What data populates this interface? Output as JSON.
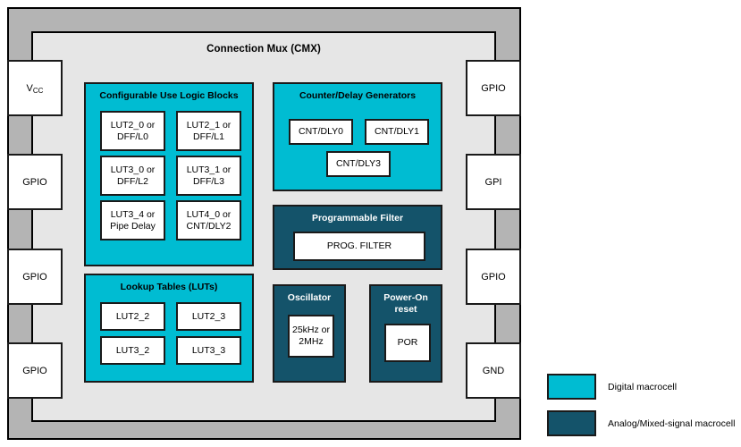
{
  "diagram": {
    "title": "Connection Mux (CMX)",
    "colors": {
      "digital_macrocell": "#00bcd2",
      "analog_macrocell": "#14536a",
      "package_frame": "#b4b4b4",
      "cmx_background": "#e6e6e6",
      "outline": "#1a1a1a",
      "cell_fill": "#ffffff"
    }
  },
  "pins": {
    "left": [
      {
        "label": "Vcc",
        "base": "V",
        "sub": "CC"
      },
      {
        "label": "GPIO",
        "base": "GPIO",
        "sub": ""
      },
      {
        "label": "GPIO",
        "base": "GPIO",
        "sub": ""
      },
      {
        "label": "GPIO",
        "base": "GPIO",
        "sub": ""
      }
    ],
    "right": [
      {
        "label": "GPIO",
        "base": "GPIO",
        "sub": ""
      },
      {
        "label": "GPI",
        "base": "GPI",
        "sub": ""
      },
      {
        "label": "GPIO",
        "base": "GPIO",
        "sub": ""
      },
      {
        "label": "GND",
        "base": "GND",
        "sub": ""
      }
    ]
  },
  "blocks": [
    {
      "id": "culb",
      "title": "Configurable Use Logic Blocks",
      "type": "digital",
      "cells": [
        "LUT2_0 or\nDFF/L0",
        "LUT2_1 or\nDFF/L1",
        "LUT3_0 or\nDFF/L2",
        "LUT3_1 or\nDFF/L3",
        "LUT3_4 or\nPipe Delay",
        "LUT4_0 or\nCNT/DLY2"
      ]
    },
    {
      "id": "luts",
      "title": "Lookup Tables (LUTs)",
      "type": "digital",
      "cells": [
        "LUT2_2",
        "LUT2_3",
        "LUT3_2",
        "LUT3_3"
      ]
    },
    {
      "id": "counters",
      "title": "Counter/Delay Generators",
      "type": "digital",
      "cells": [
        "CNT/DLY0",
        "CNT/DLY1",
        "CNT/DLY3"
      ]
    },
    {
      "id": "progfilter",
      "title": "Programmable Filter",
      "type": "analog",
      "cells": [
        "PROG. FILTER"
      ]
    },
    {
      "id": "oscillator",
      "title": "Oscillator",
      "type": "analog",
      "cells": [
        "25kHz or\n2MHz"
      ]
    },
    {
      "id": "por",
      "title": "Power-On\nreset",
      "type": "analog",
      "cells": [
        "POR"
      ]
    }
  ],
  "legend": [
    {
      "label": "Digital macrocell",
      "color": "#00bcd2"
    },
    {
      "label": "Analog/Mixed-signal macrocell",
      "color": "#14536a"
    }
  ]
}
